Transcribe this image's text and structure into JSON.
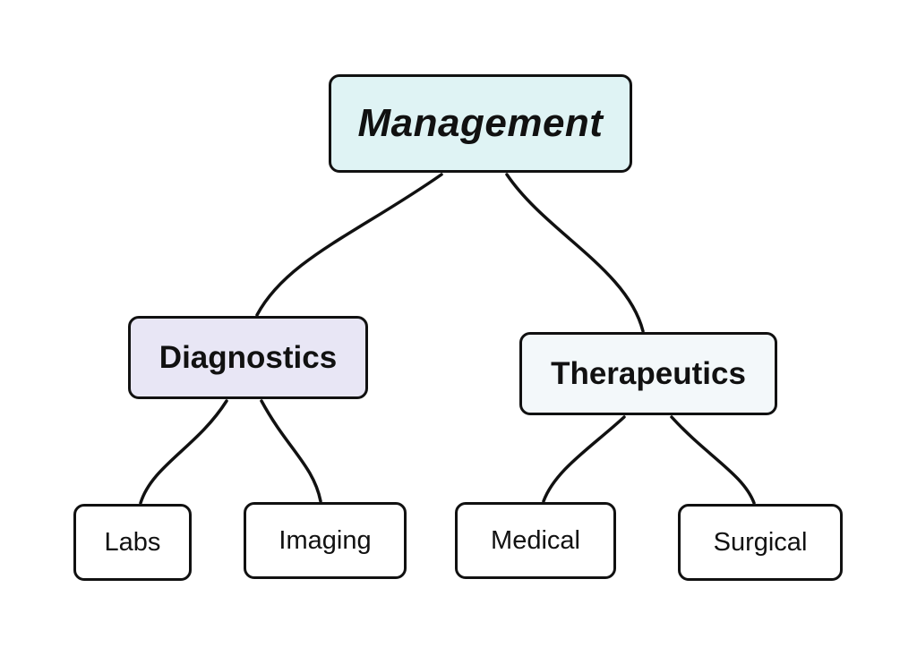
{
  "diagram": {
    "colors": {
      "root_fill": "#dff3f4",
      "diagnostics_fill": "#e8e6f5",
      "therapeutics_fill": "#f3f8fa",
      "leaf_fill": "#ffffff",
      "stroke": "#111111"
    },
    "nodes": {
      "root": {
        "label": "Management"
      },
      "diagnostics": {
        "label": "Diagnostics"
      },
      "therapeutics": {
        "label": "Therapeutics"
      },
      "labs": {
        "label": "Labs"
      },
      "imaging": {
        "label": "Imaging"
      },
      "medical": {
        "label": "Medical"
      },
      "surgical": {
        "label": "Surgical"
      }
    },
    "edges": [
      {
        "from": "Management",
        "to": "Diagnostics"
      },
      {
        "from": "Management",
        "to": "Therapeutics"
      },
      {
        "from": "Diagnostics",
        "to": "Labs"
      },
      {
        "from": "Diagnostics",
        "to": "Imaging"
      },
      {
        "from": "Therapeutics",
        "to": "Medical"
      },
      {
        "from": "Therapeutics",
        "to": "Surgical"
      }
    ]
  }
}
